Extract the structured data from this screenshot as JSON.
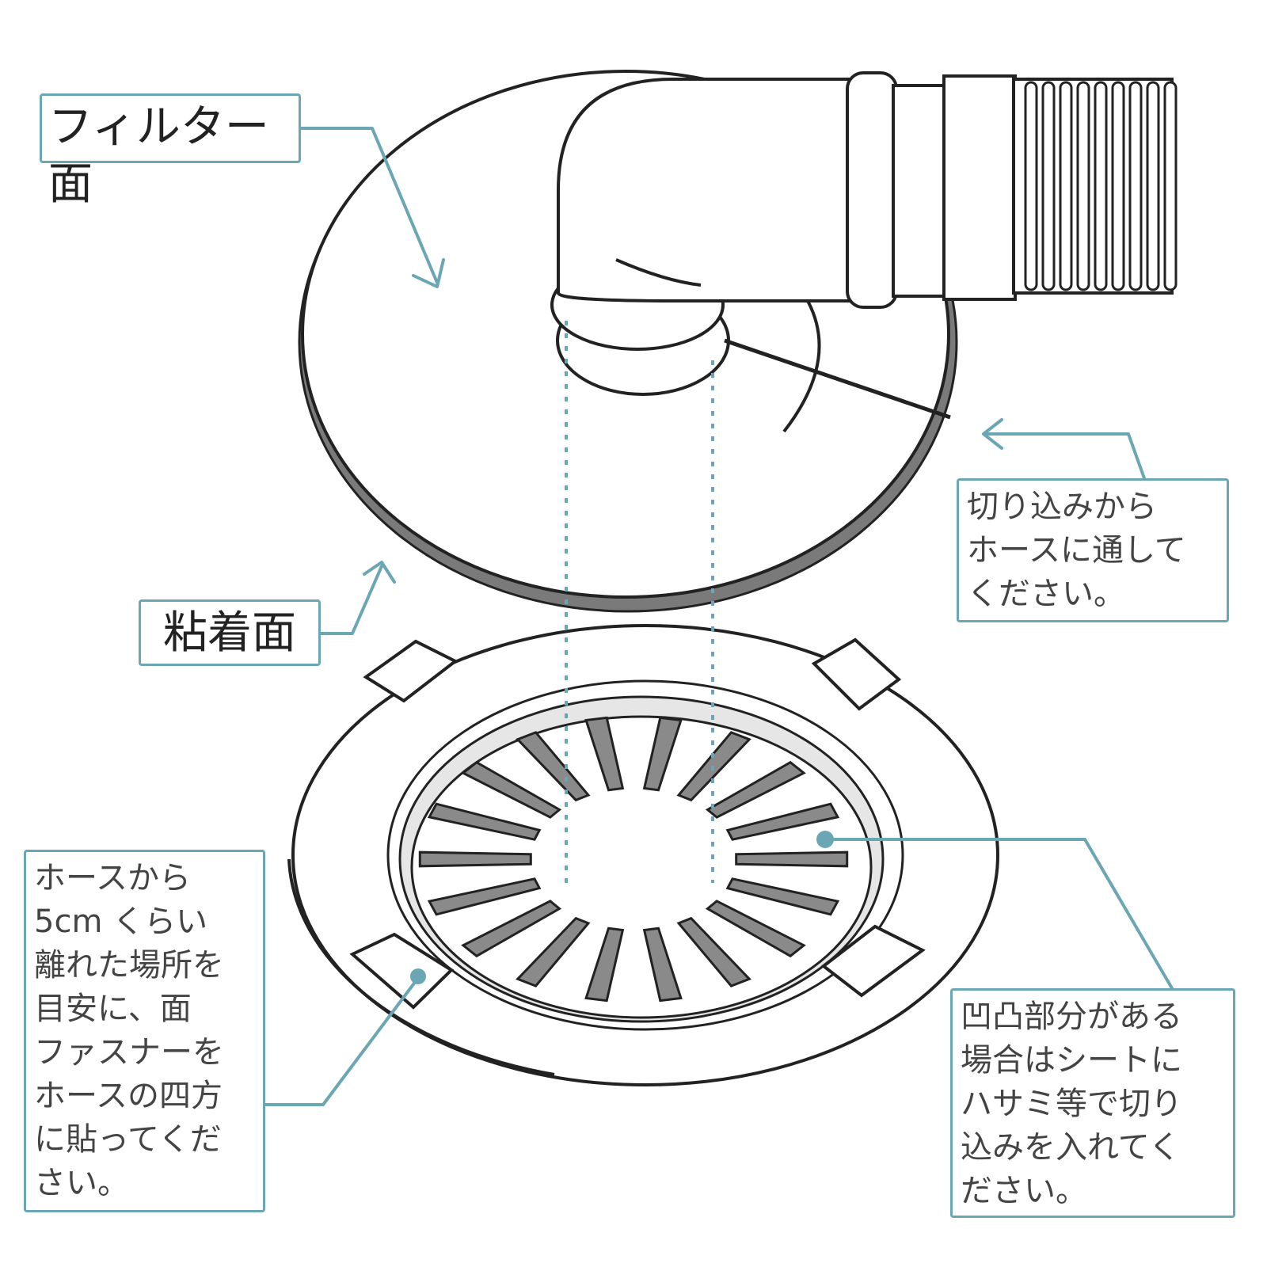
{
  "labels": {
    "filter_side": "フィルター面",
    "adhesive_side": "粘着面",
    "notch_note": "切り込みから\nホースに通して\nください。",
    "fastener_note": "ホースから\n5cm くらい\n離れた場所を\n目安に、面\nファスナーを\nホースの四方\nに貼ってくだ\nさい。",
    "cut_note": "凹凸部分がある\n場合はシートに\nハサミ等で切り\n込みを入れてく\nださい。"
  },
  "colors": {
    "accent": "#6aa6b3",
    "line": "#222222",
    "slot_fill": "#8a8a8a",
    "adhesive_band": "#7a7a7a",
    "pad": "#ffffff"
  }
}
